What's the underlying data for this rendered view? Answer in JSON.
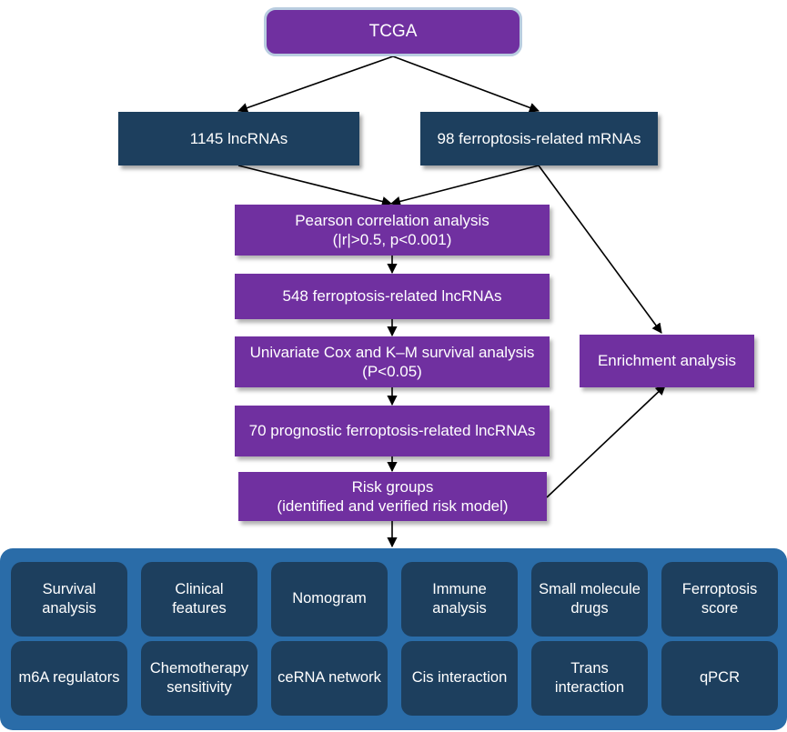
{
  "nodes": {
    "tcga": "TCGA",
    "lncrnas": "1145 lncRNAs",
    "mrnas": "98 ferroptosis-related mRNAs",
    "pearson_line1": "Pearson correlation analysis",
    "pearson_line2": "(|r|>0.5, p<0.001)",
    "ferro_lnc": "548 ferroptosis-related lncRNAs",
    "cox_line1": "Univariate Cox and K–M survival analysis",
    "cox_line2": "(P<0.05)",
    "prognostic": "70 prognostic ferroptosis-related lncRNAs",
    "risk_line1": "Risk groups",
    "risk_line2": "(identified and verified risk model)",
    "enrichment": "Enrichment analysis"
  },
  "analyses": [
    "Survival\nanalysis",
    "Clinical\nfeatures",
    "Nomogram",
    "Immune\nanalysis",
    "Small molecule\ndrugs",
    "Ferroptosis\nscore",
    "m6A regulators",
    "Chemotherapy\nsensitivity",
    "ceRNA network",
    "Cis interaction",
    "Trans\ninteraction",
    "qPCR"
  ],
  "colors": {
    "purple": "#7030a0",
    "navy": "#1d3f5e",
    "panel_blue": "#2a6ca8",
    "tcga_border": "#b9cde0"
  }
}
